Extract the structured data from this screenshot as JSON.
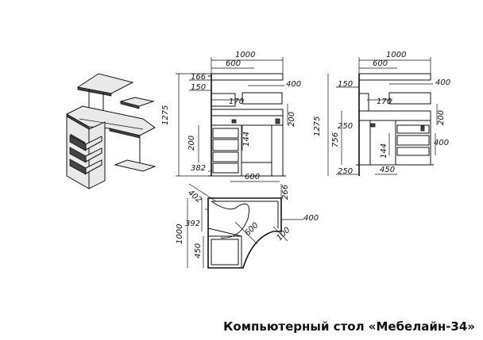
{
  "caption": "Компьютерный стол «Мебелайн-34»",
  "views": {
    "front": {
      "overall_width": "1000",
      "top_shelf_width": "600",
      "top_shelf_gap": "166",
      "upper_gap": "150",
      "shelf_width": "400",
      "overall_height": "1275",
      "lower_shelf_width": "170",
      "right_height": "200",
      "drawer_height": "200",
      "inner_height": "144",
      "bottom_offset": "382",
      "desk_width": "600"
    },
    "side": {
      "overall_width": "1000",
      "top_width": "600",
      "upper_gap": "150",
      "shelf_width": "400",
      "overall_height": "1275",
      "lower_shelf_width": "170",
      "right_height": "200",
      "desk_height": "756",
      "mid_height": "250",
      "inner_height": "144",
      "drawer_height": "400",
      "base_height": "250",
      "base_width": "450"
    },
    "plan": {
      "diag_a": "402",
      "right_depth": "266",
      "left_depth": "392",
      "shelf_depth": "400",
      "overall_depth": "1000",
      "diag_b": "600",
      "diag_c": "100",
      "drawer_depth": "450"
    }
  }
}
